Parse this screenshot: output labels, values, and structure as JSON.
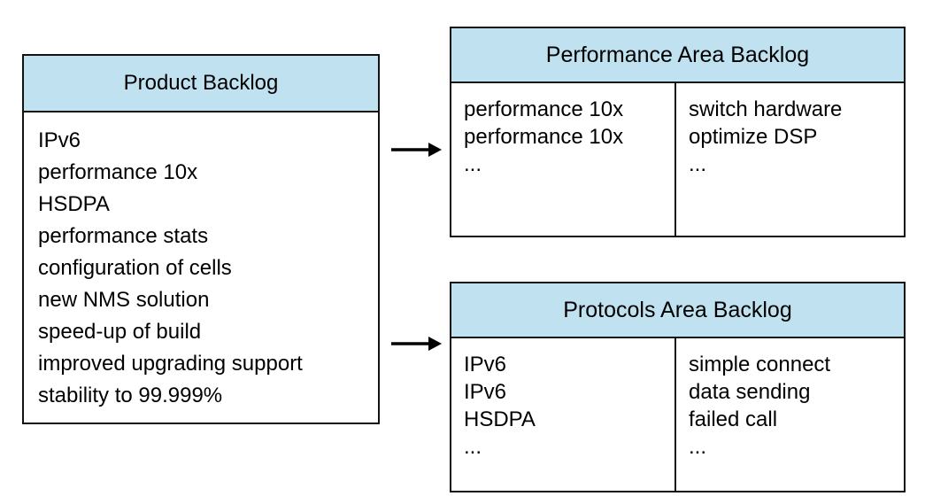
{
  "diagram": {
    "colors": {
      "header_fill": "#bfe1f0",
      "border": "#121212",
      "background": "#ffffff",
      "arrow": "#000000"
    },
    "product_backlog": {
      "title": "Product Backlog",
      "items": [
        "IPv6",
        "performance 10x",
        "HSDPA",
        "performance stats",
        "configuration of cells",
        "new NMS solution",
        "speed-up of build",
        "improved upgrading support",
        "stability to 99.999%"
      ]
    },
    "performance_backlog": {
      "title": "Performance Area Backlog",
      "left_column": [
        "performance 10x",
        "performance 10x",
        "..."
      ],
      "right_column": [
        "switch hardware",
        "optimize DSP",
        "..."
      ]
    },
    "protocols_backlog": {
      "title": "Protocols Area Backlog",
      "left_column": [
        "IPv6",
        "IPv6",
        "HSDPA",
        "..."
      ],
      "right_column": [
        "simple connect",
        "data sending",
        "failed call",
        "..."
      ]
    }
  }
}
